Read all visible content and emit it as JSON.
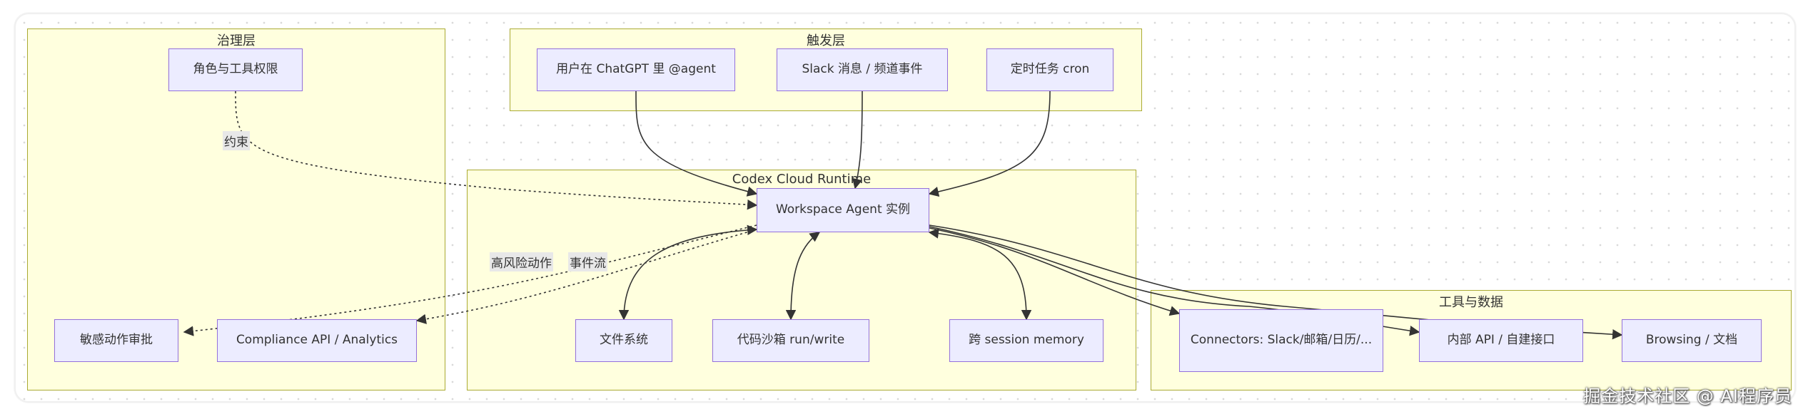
{
  "clusters": {
    "governance": "治理层",
    "trigger": "触发层",
    "runtime": "Codex Cloud Runtime",
    "tools": "工具与数据"
  },
  "nodes": {
    "roles": "角色与工具权限",
    "sensitive_approval": "敏感动作审批",
    "compliance": "Compliance API / Analytics",
    "chatgpt_user": "用户在 ChatGPT 里 @agent",
    "slack_event": "Slack 消息 / 频道事件",
    "cron": "定时任务 cron",
    "workspace_agent": "Workspace Agent 实例",
    "filesystem": "文件系统",
    "sandbox": "代码沙箱 run/write",
    "memory": "跨 session memory",
    "connectors": "Connectors: Slack/邮箱/日历/...",
    "internal_api": "内部 API / 自建接口",
    "browsing": "Browsing / 文档"
  },
  "edge_labels": {
    "constraint": "约束",
    "high_risk": "高风险动作",
    "event_stream": "事件流"
  },
  "watermark": "掘金技术社区 @ AI程序员",
  "colors": {
    "cluster_fill": "#ffffde",
    "cluster_stroke": "#aaaa33",
    "node_fill": "#ececff",
    "node_stroke": "#9370db",
    "edge": "#333333"
  }
}
